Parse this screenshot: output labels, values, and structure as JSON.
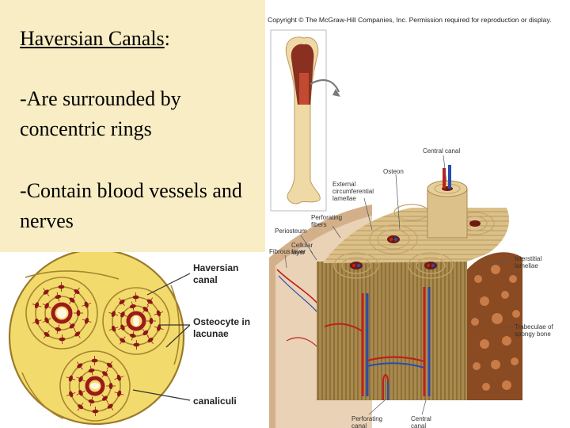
{
  "text_panel": {
    "heading": "Haversian Canals",
    "heading_suffix": ":",
    "bullets": [
      "-Are surrounded by concentric rings",
      "-Contain blood vessels and nerves"
    ],
    "background": "#f8edc4"
  },
  "copyright": "Copyright © The McGraw-Hill Companies, Inc. Permission required for reproduction or display.",
  "osteon_diagram": {
    "labels": {
      "haversian_canal": "Haversian canal",
      "osteocyte": "Osteocyte in lacunae",
      "canaliculi": "canaliculi"
    },
    "colors": {
      "matrix": "#f3da6c",
      "lacunae": "#8b1818",
      "outline": "#9a7a2a"
    }
  },
  "bone_diagram": {
    "labels": {
      "central_canal_top": "Central canal",
      "osteon": "Osteon",
      "external_lamellae": "External circumferential lamellae",
      "perforating_fibers": "Perforating fibers",
      "periosteum": "Periosteum",
      "cellular_layer": "Cellular layer",
      "fibrous_layer": "Fibrous layer",
      "interstitial_lamellae": "Interstitial lamellae",
      "trabeculae": "Trabeculae of spongy bone",
      "perforating_canal": "Perforating canal",
      "central_canal_bottom": "Central canal"
    },
    "colors": {
      "bone": "#e8d4a2",
      "spongy": "#8a4a22",
      "artery": "#c0201c",
      "vein": "#2a4cb0"
    }
  }
}
